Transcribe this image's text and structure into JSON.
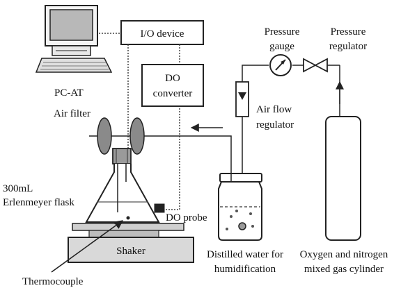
{
  "labels": {
    "pc": "PC-AT",
    "io": "I/O device",
    "do_conv_l1": "DO",
    "do_conv_l2": "converter",
    "gauge_l1": "Pressure",
    "gauge_l2": "gauge",
    "regulator_l1": "Pressure",
    "regulator_l2": "regulator",
    "air_filter": "Air filter",
    "airflow_l1": "Air flow",
    "airflow_l2": "regulator",
    "flask_l1": "300mL",
    "flask_l2": "Erlenmeyer flask",
    "do_probe": "DO probe",
    "shaker": "Shaker",
    "water_l1": "Distilled water for",
    "water_l2": "humidification",
    "gas_l1": "Oxygen and nitrogen",
    "gas_l2": "mixed gas cylinder",
    "thermocouple": "Thermocouple"
  },
  "colors": {
    "stroke": "#222222",
    "filter_fill": "#8a8a8a",
    "stopper_fill": "#9a9a9a",
    "shaker_fill": "#d9d9d9",
    "platform_fill": "#cfcfcf",
    "screen_fill": "#b8b8b8"
  },
  "icons": [
    "computer-icon",
    "pressure-gauge-icon",
    "valve-icon",
    "airflow-meter-icon",
    "flow-arrow-icon"
  ]
}
